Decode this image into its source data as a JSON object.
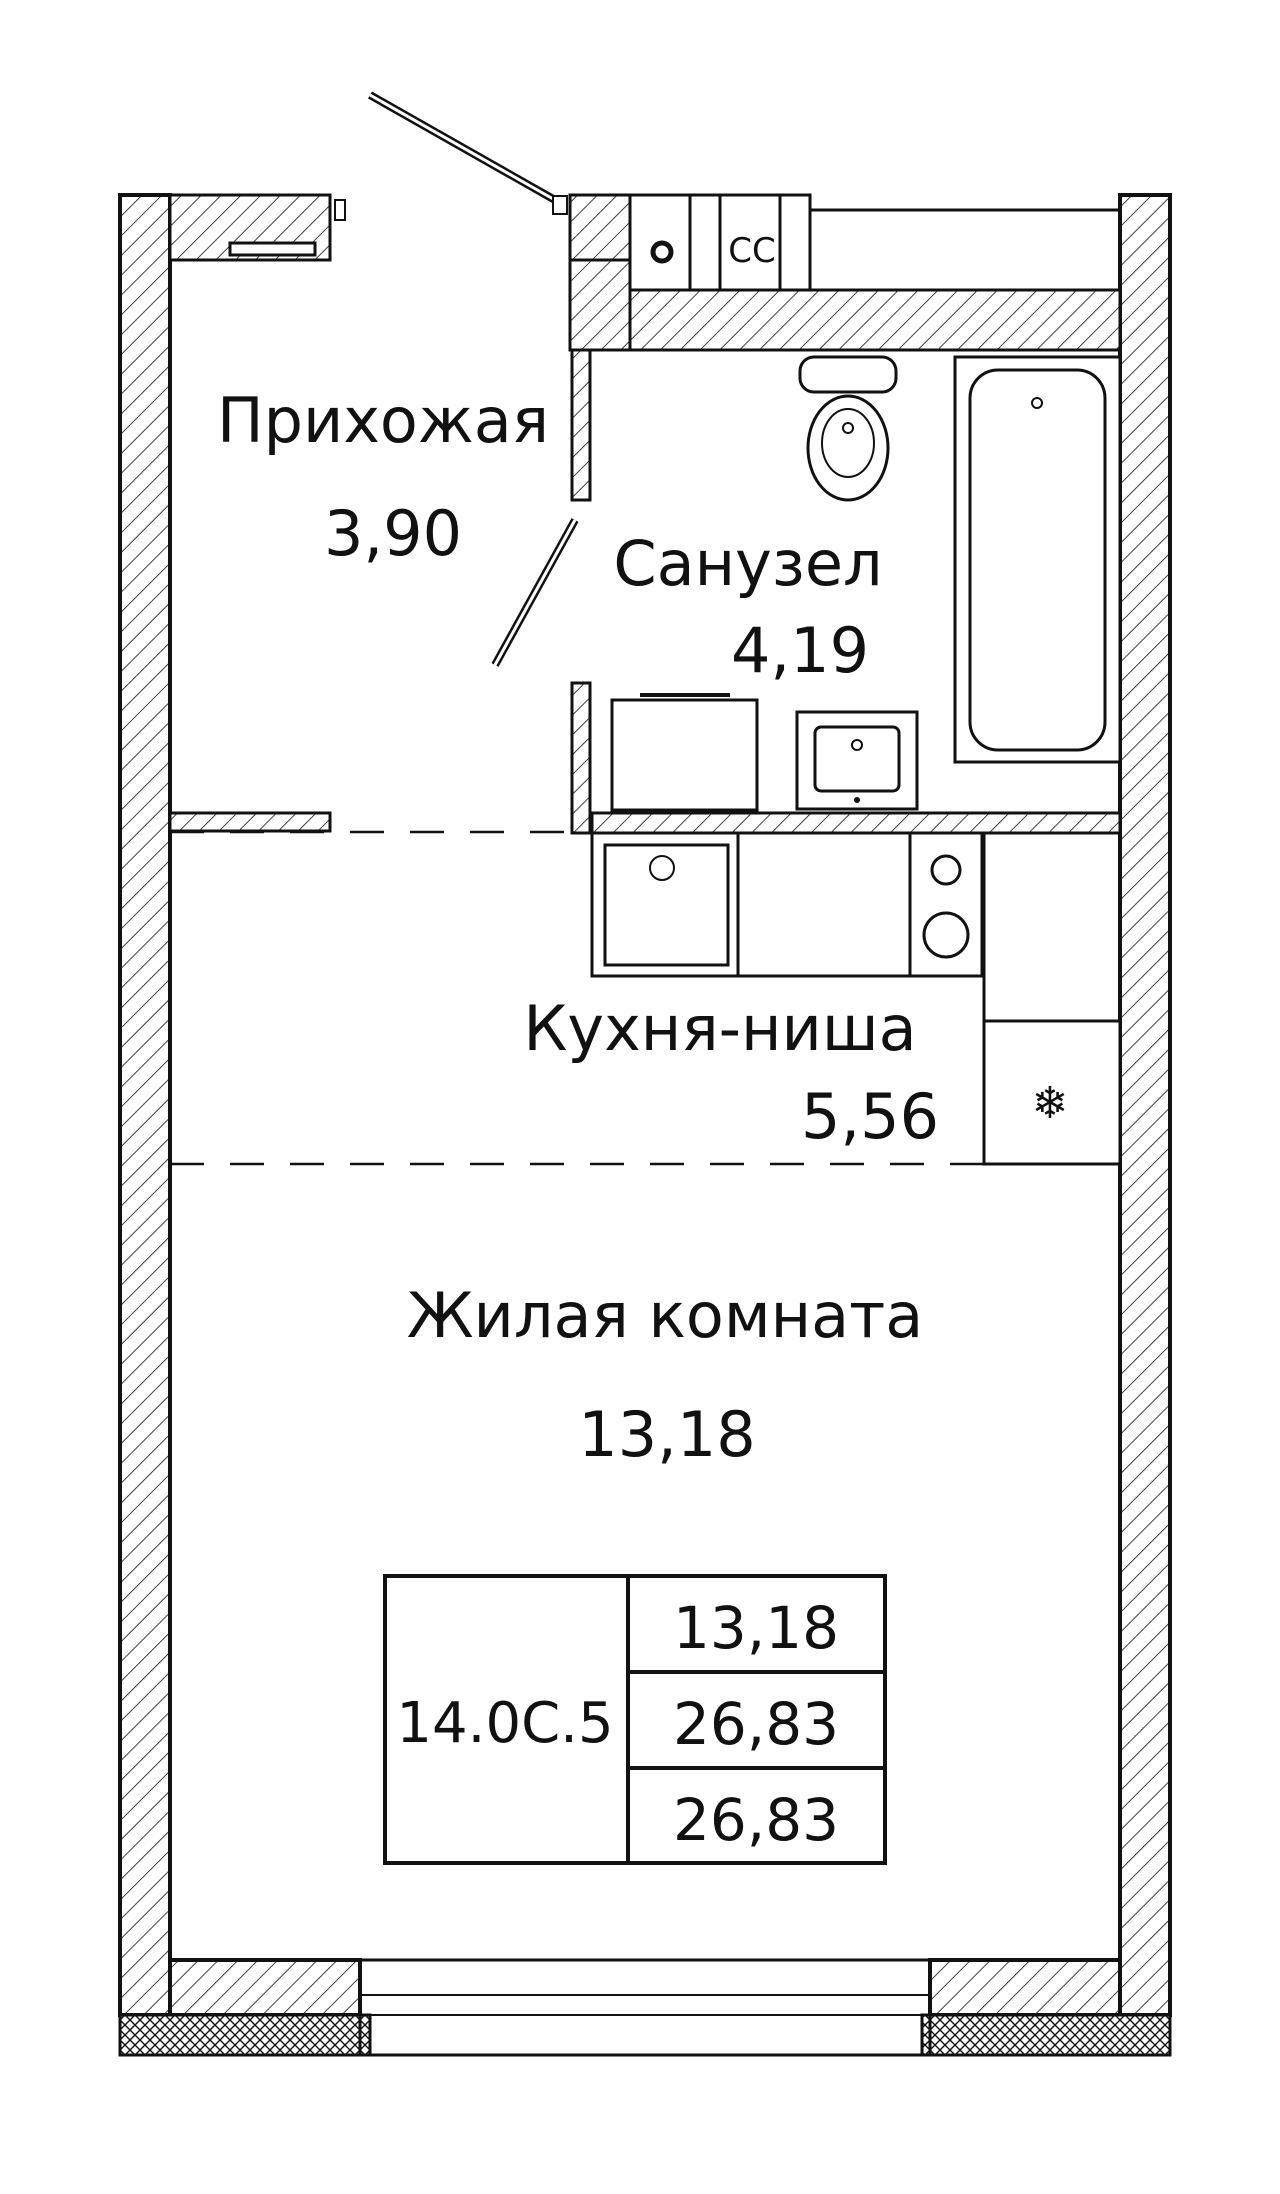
{
  "rooms": {
    "hallway": {
      "name": "Прихожая",
      "area": "3,90"
    },
    "bathroom": {
      "name": "Санузел",
      "area": "4,19"
    },
    "kitchen": {
      "name": "Кухня-ниша",
      "area": "5,56"
    },
    "living": {
      "name": "Жилая комната",
      "area": "13,18"
    }
  },
  "shaft_label": "СС",
  "summary": {
    "code": "14.0С.5",
    "values": [
      "13,18",
      "26,83",
      "26,83"
    ]
  },
  "colors": {
    "line": "#111111",
    "background": "#ffffff"
  }
}
